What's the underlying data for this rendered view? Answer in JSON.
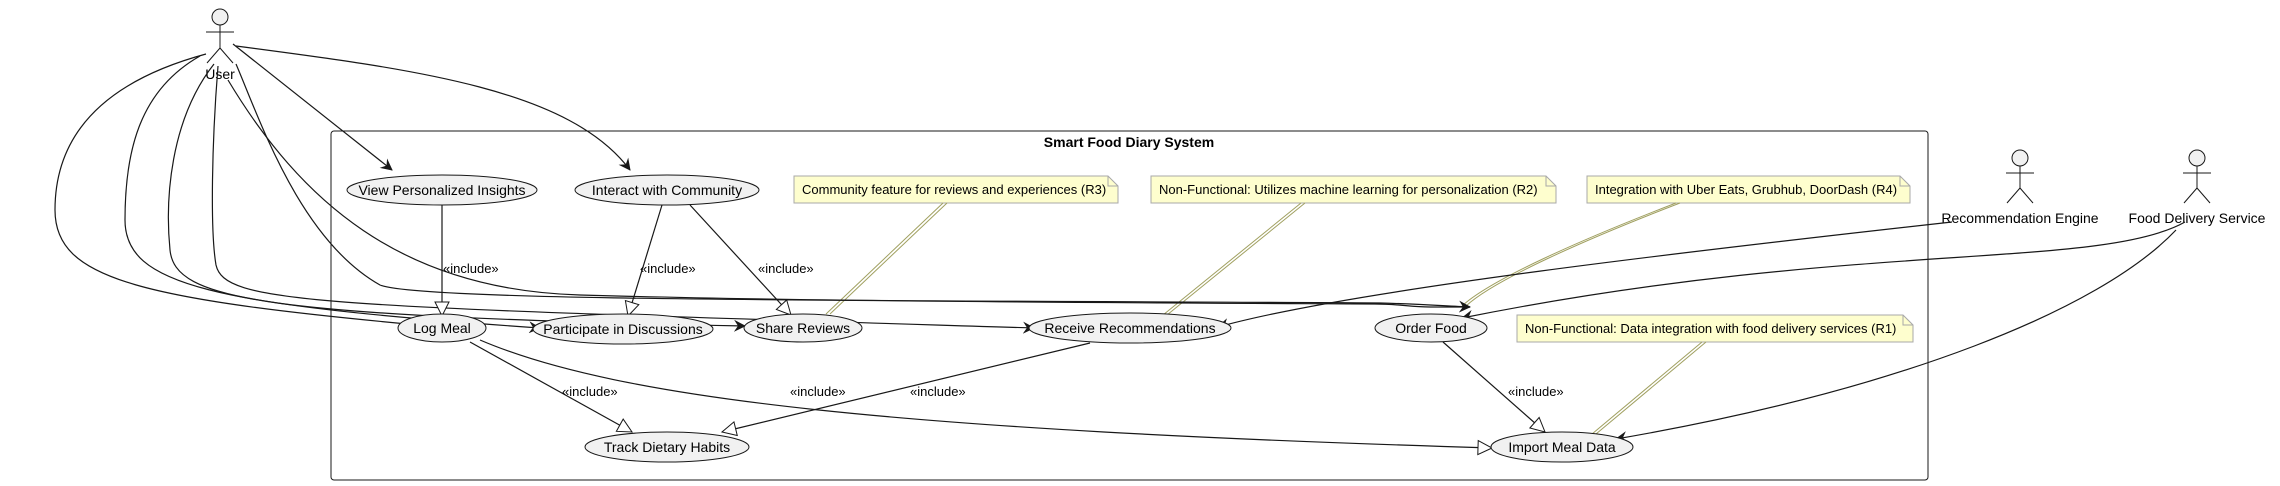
{
  "system": {
    "title": "Smart Food Diary System"
  },
  "actors": {
    "user": "User",
    "recommendation_engine": "Recommendation Engine",
    "food_delivery": "Food Delivery Service"
  },
  "use_cases": {
    "view_insights": "View Personalized Insights",
    "interact_community": "Interact with Community",
    "log_meal": "Log Meal",
    "participate_discussions": "Participate in Discussions",
    "share_reviews": "Share Reviews",
    "receive_recommendations": "Receive Recommendations",
    "order_food": "Order Food",
    "track_habits": "Track Dietary Habits",
    "import_meal_data": "Import Meal Data"
  },
  "notes": {
    "r3": "Community feature for reviews and experiences (R3)",
    "r2": "Non-Functional: Utilizes machine learning for personalization (R2)",
    "r4": "Integration with Uber Eats, Grubhub, DoorDash (R4)",
    "r1": "Non-Functional: Data integration with food delivery services (R1)"
  },
  "relations": {
    "include": "«include»"
  },
  "colors": {
    "usecase_fill": "#f1f1f1",
    "note_fill": "#fefece",
    "note_border": "#a8a8a8",
    "line": "#181818",
    "note_link": "#a0a060"
  }
}
